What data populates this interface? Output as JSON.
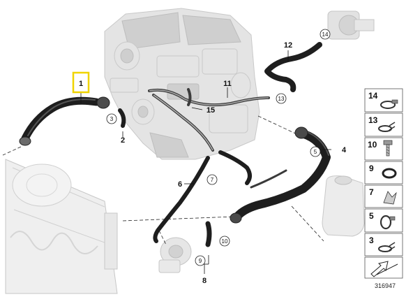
{
  "diagram": {
    "document_number": "316947",
    "callouts": [
      {
        "id": "1",
        "label": "1",
        "highlighted": true
      },
      {
        "id": "2",
        "label": "2"
      },
      {
        "id": "4",
        "label": "4"
      },
      {
        "id": "6",
        "label": "6"
      },
      {
        "id": "8",
        "label": "8"
      },
      {
        "id": "11",
        "label": "11"
      },
      {
        "id": "12",
        "label": "12"
      },
      {
        "id": "15",
        "label": "15"
      }
    ],
    "circled_refs": [
      {
        "id": "c3",
        "label": "3"
      },
      {
        "id": "c5",
        "label": "5"
      },
      {
        "id": "c7",
        "label": "7"
      },
      {
        "id": "c9",
        "label": "9"
      },
      {
        "id": "c10",
        "label": "10"
      },
      {
        "id": "c13",
        "label": "13"
      },
      {
        "id": "c14",
        "label": "14"
      }
    ],
    "legend": [
      {
        "label": "14",
        "part": "hose-clamp"
      },
      {
        "label": "13",
        "part": "spring-clamp"
      },
      {
        "label": "10",
        "part": "bolt"
      },
      {
        "label": "9",
        "part": "o-ring"
      },
      {
        "label": "7",
        "part": "clip"
      },
      {
        "label": "5",
        "part": "hose-clamp"
      },
      {
        "label": "3",
        "part": "spring-clamp"
      }
    ],
    "colors": {
      "highlight": "#f0d400",
      "hose": "#1e1e1e",
      "engine": "#e4e4e4"
    }
  }
}
